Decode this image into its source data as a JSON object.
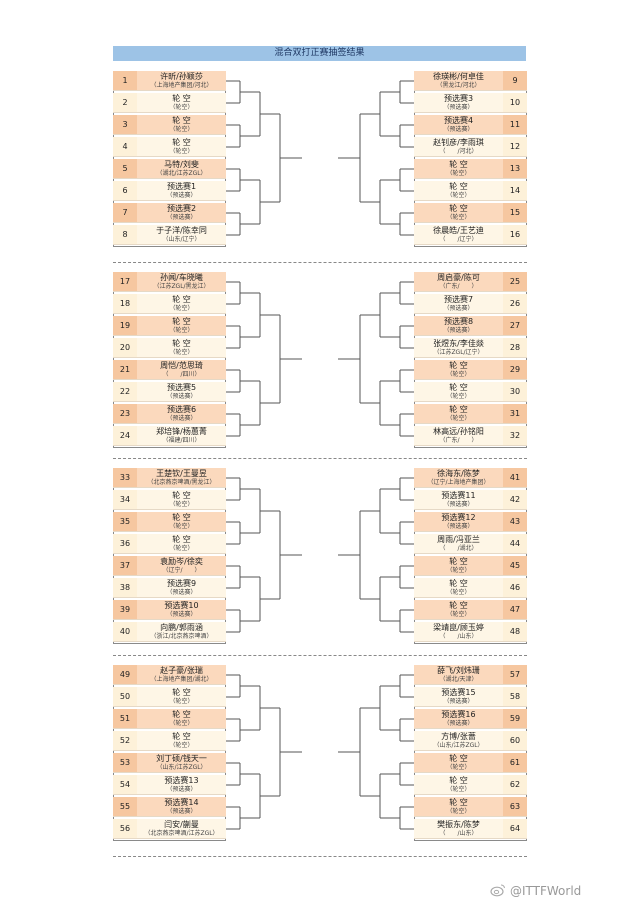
{
  "title": "混合双打正赛抽签结果",
  "watermark": "@ITTFWorld",
  "blocks": [
    {
      "left": [
        {
          "n": "1",
          "name": "许昕/孙颖莎",
          "team": "（上海地产集团/河北）"
        },
        {
          "n": "2",
          "name": "轮 空",
          "team": "（轮空）"
        },
        {
          "n": "3",
          "name": "轮 空",
          "team": "（轮空）"
        },
        {
          "n": "4",
          "name": "轮 空",
          "team": "（轮空）"
        },
        {
          "n": "5",
          "name": "马特/刘斐",
          "team": "（湖北/江苏ZGL）"
        },
        {
          "n": "6",
          "name": "预选赛1",
          "team": "（预选赛）"
        },
        {
          "n": "7",
          "name": "预选赛2",
          "team": "（预选赛）"
        },
        {
          "n": "8",
          "name": "于子洋/陈幸同",
          "team": "（山东/辽宁）"
        }
      ],
      "right": [
        {
          "n": "9",
          "name": "徐瑛彬/何卓佳",
          "team": "（黑龙江/河北）"
        },
        {
          "n": "10",
          "name": "预选赛3",
          "team": "（预选赛）"
        },
        {
          "n": "11",
          "name": "预选赛4",
          "team": "（预选赛）"
        },
        {
          "n": "12",
          "name": "赵钊彦/李雨琪",
          "team": "（　　/河北）"
        },
        {
          "n": "13",
          "name": "轮 空",
          "team": "（轮空）"
        },
        {
          "n": "14",
          "name": "轮 空",
          "team": "（轮空）"
        },
        {
          "n": "15",
          "name": "轮 空",
          "team": "（轮空）"
        },
        {
          "n": "16",
          "name": "徐晨皓/王艺迪",
          "team": "（　　/辽宁）"
        }
      ]
    },
    {
      "left": [
        {
          "n": "17",
          "name": "孙闻/车晓曦",
          "team": "（江苏ZGL/黑龙江）"
        },
        {
          "n": "18",
          "name": "轮 空",
          "team": "（轮空）"
        },
        {
          "n": "19",
          "name": "轮 空",
          "team": "（轮空）"
        },
        {
          "n": "20",
          "name": "轮 空",
          "team": "（轮空）"
        },
        {
          "n": "21",
          "name": "周恺/范思琦",
          "team": "（　　/四川）"
        },
        {
          "n": "22",
          "name": "预选赛5",
          "team": "（预选赛）"
        },
        {
          "n": "23",
          "name": "预选赛6",
          "team": "（预选赛）"
        },
        {
          "n": "24",
          "name": "郑培锋/杨蕙菁",
          "team": "（福建/四川）"
        }
      ],
      "right": [
        {
          "n": "25",
          "name": "周启豪/陈可",
          "team": "（广东/　　）"
        },
        {
          "n": "26",
          "name": "预选赛7",
          "team": "（预选赛）"
        },
        {
          "n": "27",
          "name": "预选赛8",
          "team": "（预选赛）"
        },
        {
          "n": "28",
          "name": "张煜东/李佳燚",
          "team": "（江苏ZGL/辽宁）"
        },
        {
          "n": "29",
          "name": "轮 空",
          "team": "（轮空）"
        },
        {
          "n": "30",
          "name": "轮 空",
          "team": "（轮空）"
        },
        {
          "n": "31",
          "name": "轮 空",
          "team": "（轮空）"
        },
        {
          "n": "32",
          "name": "林高远/孙铭阳",
          "team": "（广东/　　）"
        }
      ]
    },
    {
      "left": [
        {
          "n": "33",
          "name": "王楚钦/王曼昱",
          "team": "（北京燕京啤酒/黑龙江）"
        },
        {
          "n": "34",
          "name": "轮 空",
          "team": "（轮空）"
        },
        {
          "n": "35",
          "name": "轮 空",
          "team": "（轮空）"
        },
        {
          "n": "36",
          "name": "轮 空",
          "team": "（轮空）"
        },
        {
          "n": "37",
          "name": "袁励岑/徐奕",
          "team": "（辽宁/　　）"
        },
        {
          "n": "38",
          "name": "预选赛9",
          "team": "（预选赛）"
        },
        {
          "n": "39",
          "name": "预选赛10",
          "team": "（预选赛）"
        },
        {
          "n": "40",
          "name": "向鹏/郭雨涵",
          "team": "（浙江/北京燕京啤酒）"
        }
      ],
      "right": [
        {
          "n": "41",
          "name": "徐海东/陈梦",
          "team": "（辽宁/上海地产集团）"
        },
        {
          "n": "42",
          "name": "预选赛11",
          "team": "（预选赛）"
        },
        {
          "n": "43",
          "name": "预选赛12",
          "team": "（预选赛）"
        },
        {
          "n": "44",
          "name": "周雨/冯亚兰",
          "team": "（　　/湖北）"
        },
        {
          "n": "45",
          "name": "轮 空",
          "team": "（轮空）"
        },
        {
          "n": "46",
          "name": "轮 空",
          "team": "（轮空）"
        },
        {
          "n": "47",
          "name": "轮 空",
          "team": "（轮空）"
        },
        {
          "n": "48",
          "name": "梁靖崑/顾玉婷",
          "team": "（　　/山东）"
        }
      ]
    },
    {
      "left": [
        {
          "n": "49",
          "name": "赵子豪/张瑞",
          "team": "（上海地产集团/湖北）"
        },
        {
          "n": "50",
          "name": "轮 空",
          "team": "（轮空）"
        },
        {
          "n": "51",
          "name": "轮 空",
          "team": "（轮空）"
        },
        {
          "n": "52",
          "name": "轮 空",
          "team": "（轮空）"
        },
        {
          "n": "53",
          "name": "刘丁硕/钱天一",
          "team": "（山东/江苏ZGL）"
        },
        {
          "n": "54",
          "name": "预选赛13",
          "team": "（预选赛）"
        },
        {
          "n": "55",
          "name": "预选赛14",
          "team": "（预选赛）"
        },
        {
          "n": "56",
          "name": "闫安/蒯曼",
          "team": "（北京燕京啤酒/江苏ZGL）"
        }
      ],
      "right": [
        {
          "n": "57",
          "name": "薛飞/刘炜珊",
          "team": "（湖北/天津）"
        },
        {
          "n": "58",
          "name": "预选赛15",
          "team": "（预选赛）"
        },
        {
          "n": "59",
          "name": "预选赛16",
          "team": "（预选赛）"
        },
        {
          "n": "60",
          "name": "方博/张蔷",
          "team": "（山东/江苏ZGL）"
        },
        {
          "n": "61",
          "name": "轮 空",
          "team": "（轮空）"
        },
        {
          "n": "62",
          "name": "轮 空",
          "team": "（轮空）"
        },
        {
          "n": "63",
          "name": "轮 空",
          "team": "（轮空）"
        },
        {
          "n": "64",
          "name": "樊振东/陈梦",
          "team": "（　　/山东）"
        }
      ]
    }
  ]
}
